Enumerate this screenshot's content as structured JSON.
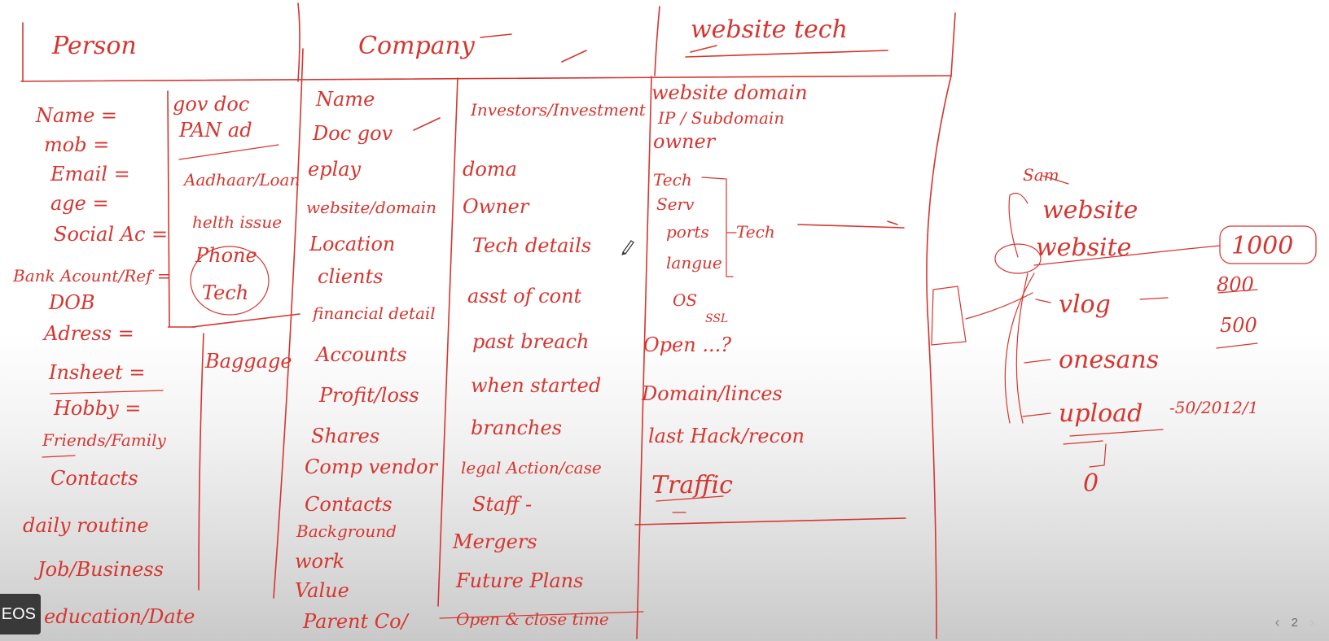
{
  "headers": {
    "person": "Person",
    "company": "Company",
    "website": "website tech"
  },
  "person_fields": [
    "Name =",
    "mob =",
    "Email =",
    "age =",
    "Social Ac =",
    "Bank Acount/Ref =",
    "DOB",
    "Adress =",
    "Insheet =",
    "Hobby =",
    "Friends/Family",
    "Contacts",
    "daily routine",
    "Job/Business",
    "education/Date"
  ],
  "person_docs": [
    "gov doc",
    "PAN ad",
    "Aadhaar/Loan",
    "helth issue",
    "Phone",
    "Tech",
    "Baggage"
  ],
  "company_fields": [
    "Name",
    "Doc gov",
    "eplay",
    "website/domain",
    "Location",
    "clients",
    "financial detail",
    "Accounts",
    "Profit/loss",
    "Shares",
    "Comp vendor",
    "Contacts",
    "Background",
    "work",
    "Value",
    "Parent Co/"
  ],
  "company_fields_2": [
    "Investors/Investment",
    "doma",
    "Owner",
    "Tech details",
    "asst of cont",
    "past breach",
    "when started",
    "branches",
    "legal Action/case",
    "Staff -",
    "Mergers",
    "Future Plans",
    "Open & close time"
  ],
  "website_fields": [
    "website domain",
    "IP / Subdomain",
    "owner",
    "Tech",
    "Serv",
    "ports",
    "langue",
    "OS",
    "Open ...?",
    "Domain/linces",
    "last Hack/recon",
    "Traffic"
  ],
  "website_tech_label": "Tech",
  "website_os_sub": "SSL",
  "diagram": {
    "top": "Sam",
    "root": "website",
    "mid": "website",
    "children": [
      "vlog",
      "onesans",
      "upload"
    ],
    "counts": [
      "1000",
      "800",
      "500"
    ],
    "date": "-50/2012/1",
    "zero": "0"
  },
  "badge_text": "EOS",
  "pager": {
    "page": "2",
    "prev_icon": "‹",
    "next_icon": "›"
  }
}
